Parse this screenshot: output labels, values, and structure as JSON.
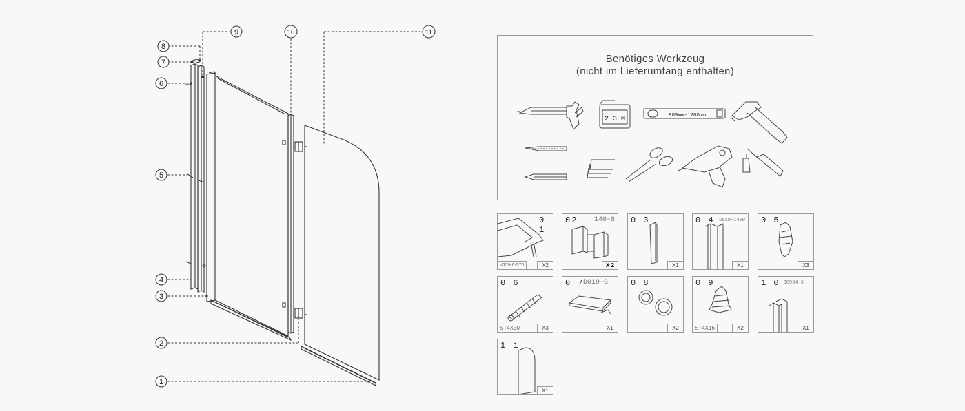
{
  "tools": {
    "title_line1": "Benötiges Werkzeug",
    "title_line2": "(nicht im Lieferumfang enthalten)",
    "tape_label": "2 3 M",
    "level_label": "800mm-1200mm",
    "icons": [
      "caulking-gun-icon",
      "tape-measure-icon",
      "spirit-level-icon",
      "hammer-icon",
      "drill-bit-icon",
      "pencil-icon",
      "hex-key-icon",
      "scissors-icon",
      "cordless-drill-icon",
      "screwdriver-icon"
    ]
  },
  "callouts": [
    "1",
    "2",
    "3",
    "4",
    "5",
    "6",
    "7",
    "8",
    "9",
    "10",
    "11"
  ],
  "parts": [
    {
      "num": "0 1",
      "code": "",
      "label": "s009-6-570",
      "qty": "X2"
    },
    {
      "num": "02",
      "code": "140-8",
      "label": "",
      "qty": "X 2"
    },
    {
      "num": "0 3",
      "code": "",
      "label": "",
      "qty": "X1"
    },
    {
      "num": "0 4",
      "code": "D019-1400",
      "label": "",
      "qty": "X1"
    },
    {
      "num": "0 5",
      "code": "",
      "label": "",
      "qty": "X3"
    },
    {
      "num": "0 6",
      "code": "",
      "label": "ST4X30",
      "qty": "X3"
    },
    {
      "num": "0 7",
      "code": "D019-G",
      "label": "",
      "qty": "X1"
    },
    {
      "num": "0 8",
      "code": "",
      "label": "",
      "qty": "X2"
    },
    {
      "num": "0 9",
      "code": "",
      "label": "ST4X16",
      "qty": "X2"
    },
    {
      "num": "1 0",
      "code": "30984-6",
      "label": "",
      "qty": "X1"
    },
    {
      "num": "1 1",
      "code": "",
      "label": "",
      "qty": "X1"
    }
  ]
}
